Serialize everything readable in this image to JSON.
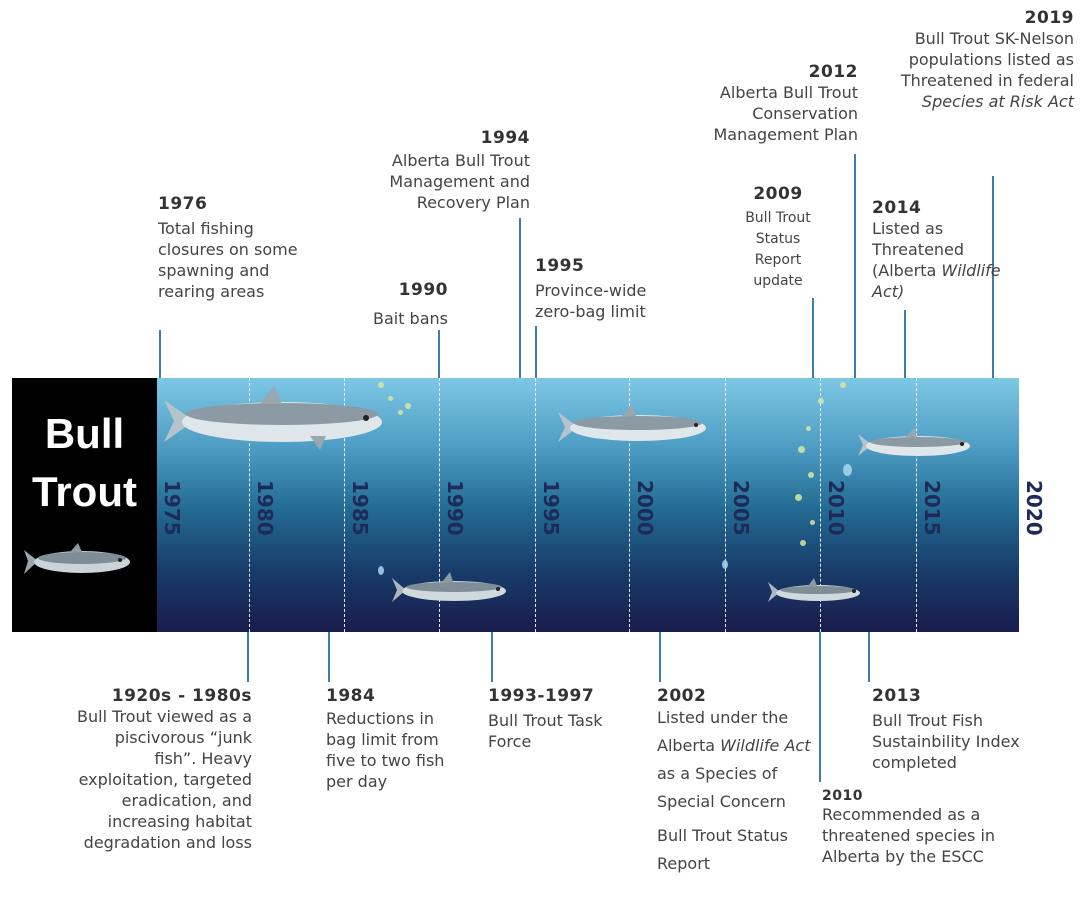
{
  "title": {
    "line1": "Bull",
    "line2": "Trout"
  },
  "axis": {
    "ticks": [
      "1975",
      "1980",
      "1985",
      "1990",
      "1995",
      "2000",
      "2005",
      "2010",
      "2015",
      "2020"
    ]
  },
  "events_above": [
    {
      "year": "1976",
      "text": "Total fishing closures on some spawning and rearing areas"
    },
    {
      "year": "1990",
      "text": "Bait bans"
    },
    {
      "year": "1994",
      "text": "Alberta Bull Trout Management and Recovery Plan"
    },
    {
      "year": "1995",
      "text": "Province-wide zero-bag limit"
    },
    {
      "year": "2009",
      "text": "Bull Trout Status Report update"
    },
    {
      "year": "2012",
      "text": "Alberta Bull Trout Conservation Management Plan"
    },
    {
      "year": "2014",
      "text_a": "Listed as Threatened (Alberta",
      "text_b": "Wildlife Act)"
    },
    {
      "year": "2019",
      "text_a": "Bull Trout SK-Nelson populations listed as Threatened in federal",
      "text_b": "Species at Risk Act"
    }
  ],
  "events_below": [
    {
      "year": "1920s - 1980s",
      "text": "Bull Trout viewed as a piscivorous “junk fish”. Heavy exploitation, targeted eradication, and increasing habitat degradation and loss"
    },
    {
      "year": "1984",
      "text": "Reductions in bag limit from five to two fish per day"
    },
    {
      "year": "1993-1997",
      "text": "Bull Trout Task Force"
    },
    {
      "year": "2002",
      "text_a": "Listed under the Alberta",
      "text_b": "Wildlife Act",
      "text_c": "as a Species of Special Concern",
      "text_d": "Bull Trout Status Report"
    },
    {
      "year": "2010",
      "text": "Recommended as a threatened species in Alberta by the ESCC"
    },
    {
      "year": "2013",
      "text": "Bull Trout Fish Sustainbility Index completed"
    }
  ],
  "colors": {
    "band_top": "#7ec8e6",
    "band_bottom": "#1a1c4c",
    "connector": "#3a7fa8",
    "tick": "#1e2a5a"
  },
  "icons": [
    "fish-icon"
  ]
}
